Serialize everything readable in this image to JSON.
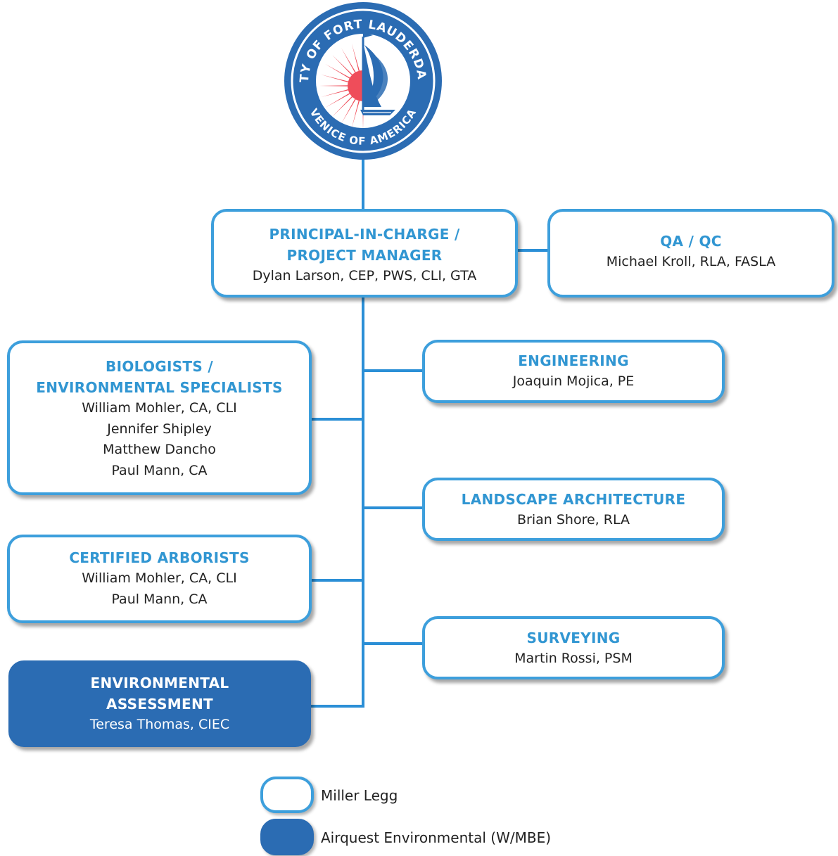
{
  "seal": {
    "top_text": "CITY OF FORT LAUDERDALE",
    "bottom_text": "VENICE OF AMERICA",
    "colors": {
      "ring": "#2b6cb3",
      "sun": "#ef4d5a",
      "sail": "#2b6cb3"
    }
  },
  "boxes": {
    "pm": {
      "title_lines": [
        "PRINCIPAL-IN-CHARGE /",
        "PROJECT MANAGER"
      ],
      "names": [
        "Dylan Larson, CEP, PWS, CLI, GTA"
      ]
    },
    "qaqc": {
      "title_lines": [
        "QA / QC"
      ],
      "names": [
        "Michael Kroll, RLA, FASLA"
      ]
    },
    "bio": {
      "title_lines": [
        "BIOLOGISTS /",
        "ENVIRONMENTAL SPECIALISTS"
      ],
      "names": [
        "William Mohler, CA, CLI",
        "Jennifer Shipley",
        "Matthew Dancho",
        "Paul Mann, CA"
      ]
    },
    "eng": {
      "title_lines": [
        "ENGINEERING"
      ],
      "names": [
        "Joaquin Mojica, PE"
      ]
    },
    "land": {
      "title_lines": [
        "LANDSCAPE ARCHITECTURE"
      ],
      "names": [
        "Brian Shore, RLA"
      ]
    },
    "arb": {
      "title_lines": [
        "CERTIFIED ARBORISTS"
      ],
      "names": [
        "William Mohler, CA, CLI",
        "Paul Mann, CA"
      ]
    },
    "surv": {
      "title_lines": [
        "SURVEYING"
      ],
      "names": [
        "Martin Rossi, PSM"
      ]
    },
    "env": {
      "title_lines": [
        "ENVIRONMENTAL",
        "ASSESSMENT"
      ],
      "names": [
        "Teresa Thomas, CIEC"
      ]
    }
  },
  "legend": {
    "outline_label": "Miller Legg",
    "filled_label": "Airquest Environmental (W/MBE)"
  },
  "colors": {
    "accent": "#3d9fdc",
    "title_text": "#3196d2",
    "filled": "#2b6cb3",
    "connector": "#2b8fd6"
  }
}
